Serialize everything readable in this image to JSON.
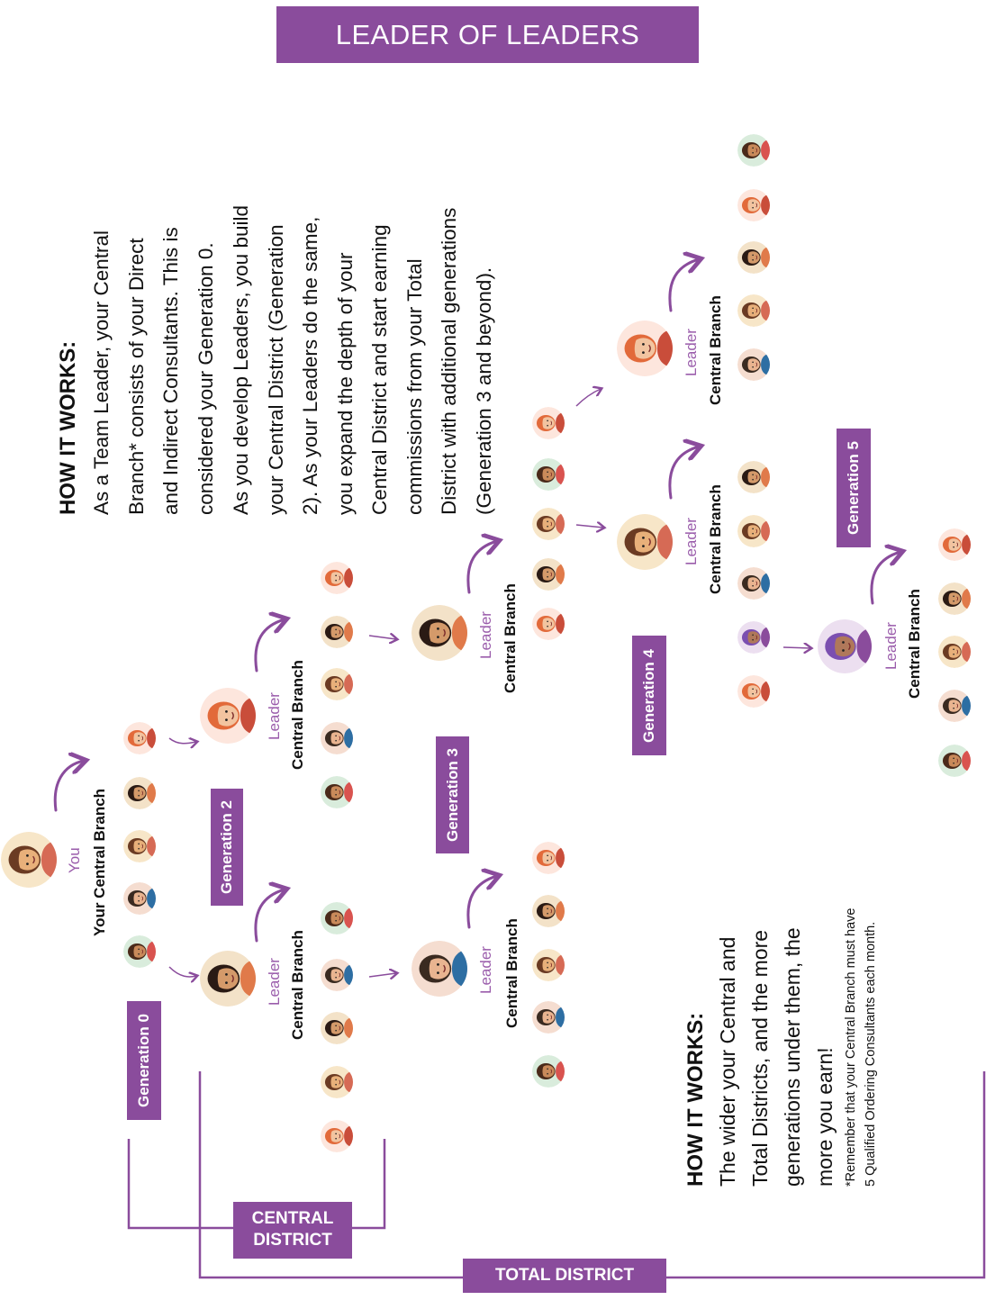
{
  "title": "LEADER OF LEADERS",
  "how_it_works_top": {
    "heading": "HOW IT WORKS:",
    "lines": [
      "As a Team Leader, your Central",
      "Branch* consists of your Direct",
      "and Indirect Consultants. This is",
      "considered your Generation 0."
    ],
    "lines2": [
      "As you develop Leaders, you build",
      "your Central District (Generation",
      "2). As your Leaders do the same,",
      "you expand the depth of your",
      "Central District and start earning",
      "commissions from your Total",
      "District with additional generations",
      "(Generation 3 and beyond)."
    ]
  },
  "how_it_works_bottom": {
    "heading": "HOW IT WORKS:",
    "lines": [
      "The wider your Central and",
      "Total Districts, and the more",
      "generations under them, the",
      "more you earn!"
    ],
    "note_lines": [
      "*Remember that your Central Branch must have",
      "5 Qualified Ordering Consultants each month."
    ]
  },
  "you_label": "You",
  "your_branch_label": "Your Central Branch",
  "leader_label": "Leader",
  "central_branch_label": "Central Branch",
  "generations": [
    "Generation 0",
    "Generation 2",
    "Generation 3",
    "Generation 4",
    "Generation 5"
  ],
  "central_district_lines": [
    "CENTRAL",
    "DISTRICT"
  ],
  "total_district": "TOTAL DISTRICT",
  "colors": {
    "purple": "#8a4c9c",
    "leader_text": "#9a5cab",
    "bracket_line": "#8a4c9c"
  }
}
